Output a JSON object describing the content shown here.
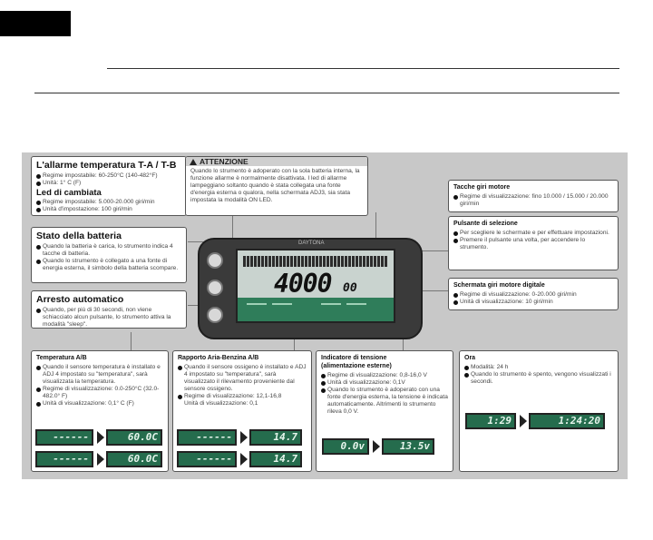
{
  "alarm_box": {
    "title": "L'allarme temperatura T-A / T-B",
    "bullets": [
      "Regime impostabile: 60-250°C (140-482°F)",
      "Unità: 1° C (F)"
    ],
    "shift_title": "Led di cambiata",
    "shift_bullets": [
      "Regime impostabile: 5.000-20.000 giri/min",
      "Unità d'impostazione: 100 giri/min"
    ]
  },
  "warning_box": {
    "title": "ATTENZIONE",
    "text": "Quando lo strumento è adoperato con la sola batteria interna, la funzione allarme è normalmente disattivata. I led di allarme lampeggiano soltanto quando è stata collegata una fonte d'energia esterna o qualora, nella schermata ADJ3, sia stata impostata la modalità ON LED."
  },
  "battery_box": {
    "title": "Stato della batteria",
    "bullets": [
      "Quando la batteria è carica, lo strumento indica 4 tacche di batteria.",
      "Quando lo strumento è collegato a una fonte di energia esterna, il simbolo della batteria scompare."
    ]
  },
  "auto_off_box": {
    "title": "Arresto automatico",
    "bullets": [
      "Quando, per più di 30 secondi, non viene schiacciato alcun pulsante, lo strumento attiva la modalità \"sleep\"."
    ]
  },
  "rpm_marks_box": {
    "title": "Tacche giri motore",
    "bullets": [
      "Regime di visualizzazione: fino 10.000 / 15.000 / 20.000 giri/min"
    ]
  },
  "select_box": {
    "title": "Pulsante di selezione",
    "bullets": [
      "Per scegliere le schermate e per effettuare impostazioni.",
      "Premere il pulsante una volta, per accendere lo strumento."
    ]
  },
  "digital_rpm_box": {
    "title": "Schermata giri motore digitale",
    "bullets": [
      "Regime di visualizzazione: 0-20.000 giri/min",
      "Unità di visualizzazione: 10 giri/min"
    ]
  },
  "temp_box": {
    "title": "Temperatura A/B",
    "bullets": [
      "Quando il sensore temperatura è installato e ADJ 4 impostato su \"temperatura\", sarà visualizzata la temperatura.",
      "Regime di visualizzazione: 0.0-250°C (32.0-482.0° F)",
      "Unità di visualizzazione: 0,1° C (F)"
    ],
    "displays": [
      {
        "left": "------",
        "right": "60.0C"
      },
      {
        "left": "------",
        "right": "60.0C"
      }
    ]
  },
  "afr_box": {
    "title": "Rapporto Aria-Benzina A/B",
    "bullets": [
      "Quando il sensore ossigeno è installato e ADJ 4 impostato su \"temperatura\", sarà visualizzato il rilevamento proveniente dal sensore ossigeno.",
      "Regime di visualizzazione: 12,1-16,8"
    ],
    "unit_line": "Unità di visualizzazione: 0,1",
    "displays": [
      {
        "left": "------",
        "right": "14.7"
      },
      {
        "left": "------",
        "right": "14.7"
      }
    ]
  },
  "voltage_box": {
    "title": "Indicatore di tensione",
    "subtitle": "(alimentazione esterne)",
    "bullets": [
      "Regime di visualizzazione: 0,8-16,0 V",
      "Unità di visualizzazione: 0,1V",
      "Quando lo strumento è adoperato con una fonte d'energia esterna, la tensione è indicata automaticamente. Altrimenti lo strumento rileva 0,0 V."
    ],
    "displays": {
      "left": "0.0v",
      "right": "13.5v"
    }
  },
  "clock_box": {
    "title": "Ora",
    "bullets": [
      "Modalità: 24 h",
      "Quando lo strumento è spento, vengono visualizzati i secondi."
    ],
    "displays": {
      "left": "1:29",
      "right": "1:24:20"
    }
  },
  "device": {
    "brand": "DAYTONA",
    "reading": "4000",
    "reading_suffix": "00"
  }
}
